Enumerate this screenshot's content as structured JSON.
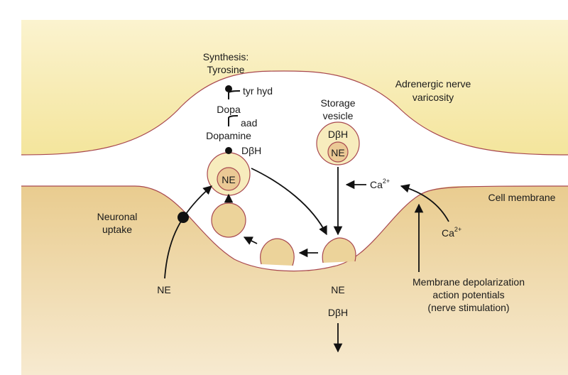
{
  "labels": {
    "synthesis_line1": "Synthesis:",
    "synthesis_line2": "Tyrosine",
    "tyr_hyd": "tyr hyd",
    "dopa": "Dopa",
    "aad": "aad",
    "dopamine": "Dopamine",
    "dbh_synthesis": "DβH",
    "vesicle_ne_top": "NE",
    "storage_line1": "Storage",
    "storage_line2": "vesicle",
    "storage_dbh": "DβH",
    "storage_ne": "NE",
    "varicosity_line1": "Adrenergic nerve",
    "varicosity_line2": "varicosity",
    "cell_membrane": "Cell membrane",
    "neuronal_line1": "Neuronal",
    "neuronal_line2": "uptake",
    "ne_outside_left": "NE",
    "ca_inside": "Ca",
    "ca_inside_sup": "2+",
    "ca_outside": "Ca",
    "ca_outside_sup": "2+",
    "depol_line1": "Membrane depolarization",
    "depol_line2": "action potentials",
    "depol_line3": "(nerve stimulation)",
    "released_ne": "NE",
    "released_dbh": "DβH"
  },
  "colors": {
    "nerve_fill": "#f6eaa4",
    "membrane_fill": "#ecd39a",
    "membrane_stroke": "#a8484f",
    "vesicle_fill": "#f7ecbd",
    "vesicle_core": "#ebc995",
    "arrow": "#111111"
  }
}
